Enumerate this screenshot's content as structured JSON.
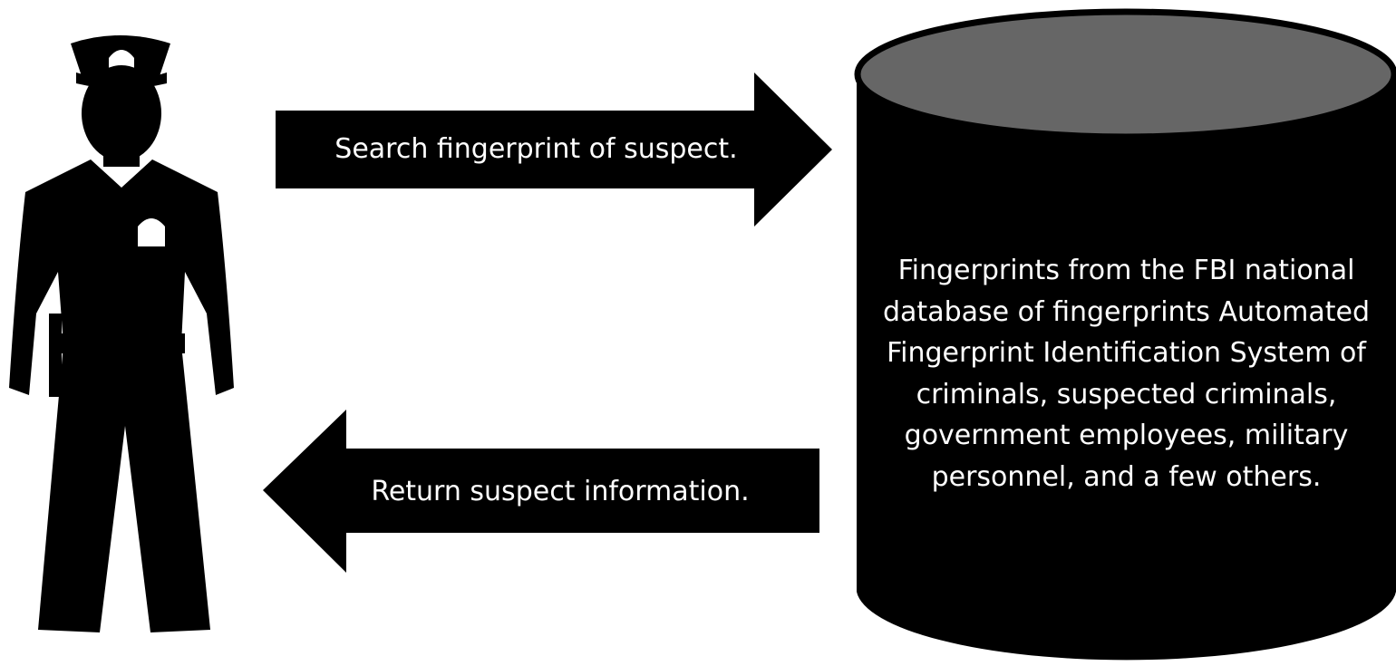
{
  "diagram": {
    "actor": {
      "icon": "police-officer-icon"
    },
    "arrow_out": {
      "label": "Search fingerprint of suspect."
    },
    "arrow_back": {
      "label": "Return suspect information."
    },
    "database": {
      "icon": "database-cylinder-icon",
      "lines": [
        "Fingerprints from the FBI national",
        "database of fingerprints Automated",
        "Fingerprint Identification System of",
        "criminals, suspected criminals,",
        "government employees, military",
        "personnel, and a few others."
      ]
    },
    "colors": {
      "shape_fill": "#000000",
      "database_top": "#666666",
      "text": "#ffffff",
      "background": "#ffffff"
    }
  }
}
